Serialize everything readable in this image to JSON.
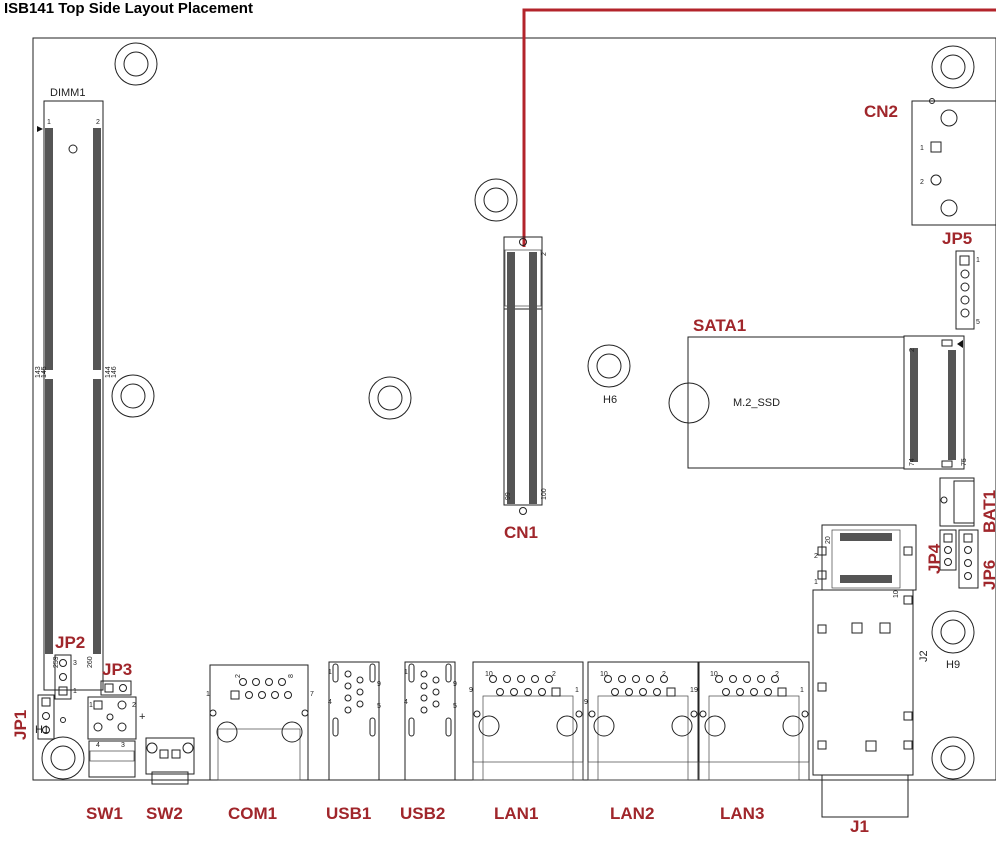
{
  "title": "ISB141 Top Side Layout Placement",
  "labels": {
    "dimm1": "DIMM1",
    "cn1": "CN1",
    "cn2": "CN2",
    "jp5": "JP5",
    "sata1": "SATA1",
    "m2": "M.2_SSD",
    "h6": "H6",
    "h9": "H9",
    "h1": "H1",
    "j2": "J2",
    "jp4": "JP4",
    "jp6": "JP6",
    "bat1": "BAT1",
    "jp1": "JP1",
    "jp2": "JP2",
    "jp3": "JP3",
    "sw1": "SW1",
    "sw2": "SW2",
    "com1": "COM1",
    "usb1": "USB1",
    "usb2": "USB2",
    "lan1": "LAN1",
    "lan2": "LAN2",
    "lan3": "LAN3",
    "j1": "J1"
  },
  "pins": {
    "dimm_1": "1",
    "dimm_2": "2",
    "dimm_143": "143",
    "dimm_145": "145",
    "dimm_144": "144",
    "dimm_146": "146",
    "dimm_259": "259",
    "dimm_260": "260",
    "cn1_2": "2",
    "cn1_99": "99",
    "cn1_100": "100",
    "cn2_1": "1",
    "cn2_2": "2",
    "jp5_1": "1",
    "jp5_5": "5",
    "sata_2": "2",
    "sata_74": "74",
    "sata_75": "75",
    "com_1": "1",
    "com_2": "2",
    "com_7": "7",
    "com_8": "8",
    "usb_1": "1",
    "usb_4": "4",
    "usb_5": "5",
    "usb_9": "9",
    "lan_10": "10",
    "lan_2": "2",
    "lan_9": "9",
    "lan_1": "1",
    "j2_20": "20",
    "j2_10": "10",
    "j2_2": "2",
    "j2_1": "1",
    "jp2_3": "3",
    "jp2_1": "1",
    "jp3_1": "1",
    "jp3_2": "2",
    "jp3_3": "3",
    "jp3_4": "4",
    "plus": "+"
  }
}
